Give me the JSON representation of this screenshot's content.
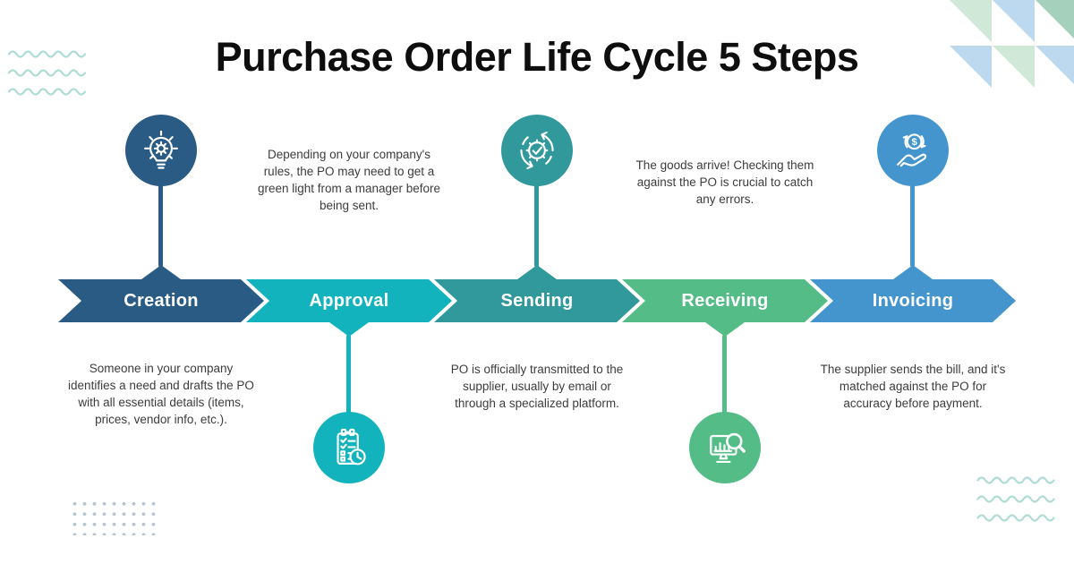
{
  "title": "Purchase Order Life Cycle 5 Steps",
  "steps": [
    {
      "label": "Creation",
      "description": "Someone in your company identifies a need and drafts the PO with all essential details (items, prices, vendor info, etc.).",
      "color": "#2a5b84",
      "icon": "lightbulb-gear-icon",
      "icon_position": "above"
    },
    {
      "label": "Approval",
      "description": "Depending on your company's rules, the PO may need to get a green light from a manager before being sent.",
      "color": "#13b3bd",
      "icon": "checklist-clock-icon",
      "icon_position": "below"
    },
    {
      "label": "Sending",
      "description": "PO is officially transmitted to the supplier, usually by email or through a specialized platform.",
      "color": "#31999b",
      "icon": "gear-check-cycle-icon",
      "icon_position": "above"
    },
    {
      "label": "Receiving",
      "description": "The goods arrive! Checking them against the PO is crucial to catch any errors.",
      "color": "#54bc86",
      "icon": "monitor-chart-magnifier-icon",
      "icon_position": "below"
    },
    {
      "label": "Invoicing",
      "description": "The supplier sends the bill, and it's matched against the PO for accuracy before payment.",
      "color": "#4495cd",
      "icon": "hand-coin-icon",
      "icon_position": "above"
    }
  ],
  "decor": {
    "wave_color": "#aedcd5",
    "dot_color": "#b7c6d2",
    "triangle_mint": "#cfe8d8",
    "triangle_blue": "#bdd9ef",
    "triangle_sage": "#a5d0bc"
  }
}
